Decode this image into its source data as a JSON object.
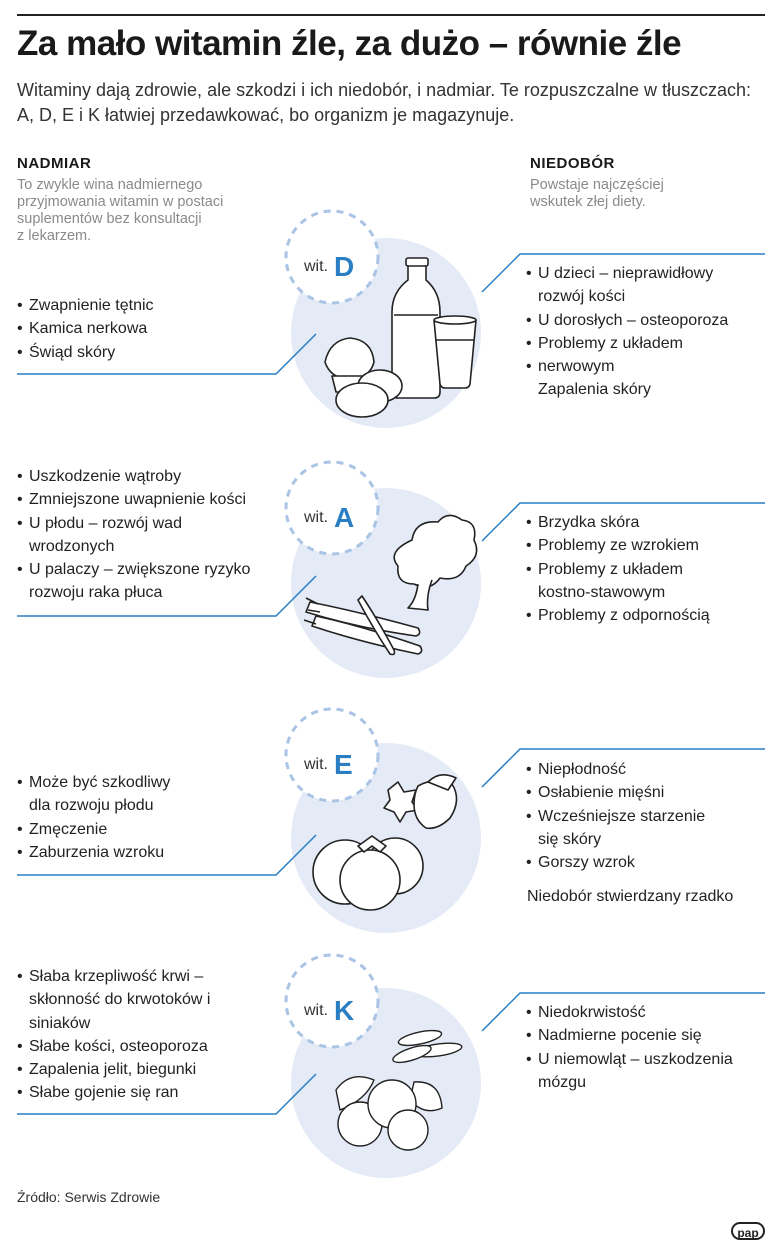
{
  "title": "Za mało witamin źle, za dużo – równie źle",
  "lead": "Witaminy dają zdrowie, ale szkodzi i ich niedobór, i nadmiar. Te rozpuszczalne w tłuszczach: A, D, E i K łatwiej przedawkować, bo organizm je magazynuje.",
  "nadmiar": {
    "heading": "NADMIAR",
    "desc": [
      "To zwykle wina nadmiernego",
      "przyjmowania witamin w postaci",
      "suplementów bez konsultacji",
      "z lekarzem."
    ]
  },
  "niedobor": {
    "heading": "NIEDOBÓR",
    "desc": [
      "Powstaje najczęściej",
      "wskutek złej diety."
    ]
  },
  "vitamins": [
    {
      "prefix": "wit.",
      "letter": "D",
      "excess": [
        "Zwapnienie tętnic",
        "Kamica nerkowa",
        "Świąd skóry"
      ],
      "deficiency": [
        "U dzieci – nieprawidłowy rozwój kości",
        "U dorosłych – osteoporoza",
        "Problemy z układem",
        "nerwowym Zapalenia skóry"
      ],
      "note": ""
    },
    {
      "prefix": "wit.",
      "letter": "A",
      "excess": [
        "Uszkodzenie wątroby",
        "Zmniejszone uwapnienie kości",
        "U płodu – rozwój wad wrodzonych",
        "U palaczy – zwiększone ryzyko rozwoju raka płuca"
      ],
      "deficiency": [
        "Brzydka skóra",
        "Problemy ze wzrokiem",
        "Problemy z układem kostno-stawowym",
        "Problemy z odpornością"
      ],
      "note": ""
    },
    {
      "prefix": "wit.",
      "letter": "E",
      "excess": [
        "Może być szkodliwy dla rozwoju płodu",
        "Zmęczenie",
        "Zaburzenia wzroku"
      ],
      "deficiency": [
        "Niepłodność",
        "Osłabienie mięśni",
        "Wcześniejsze starzenie się skóry",
        "Gorszy wzrok"
      ],
      "note": "Niedobór stwierdzany rzadko"
    },
    {
      "prefix": "wit.",
      "letter": "K",
      "excess": [
        "Słaba krzepliwość krwi – skłonność do krwotoków i siniaków",
        "Słabe kości, osteoporoza",
        "Zapalenia jelit, biegunki",
        "Słabe gojenie się ran"
      ],
      "deficiency": [
        "Niedokrwistość",
        "Nadmierne pocenie się",
        "U niemowląt – uszkodzenia mózgu"
      ],
      "note": ""
    }
  ],
  "source": "Źródło: Serwis Zdrowie",
  "logo": "pap",
  "colors": {
    "accent": "#2a7fc4",
    "circle": "#e4eaf6",
    "dashed": "#a9c4e4",
    "line": "#2a7fc4",
    "text": "#222222",
    "muted": "#8a8a8a"
  },
  "icons": [
    "milk-bottle-icon",
    "glass-icon",
    "egg-icon",
    "carrot-icon",
    "broccoli-icon",
    "tomato-icon",
    "strawberry-icon",
    "seeds-icon",
    "hazelnut-icon"
  ]
}
